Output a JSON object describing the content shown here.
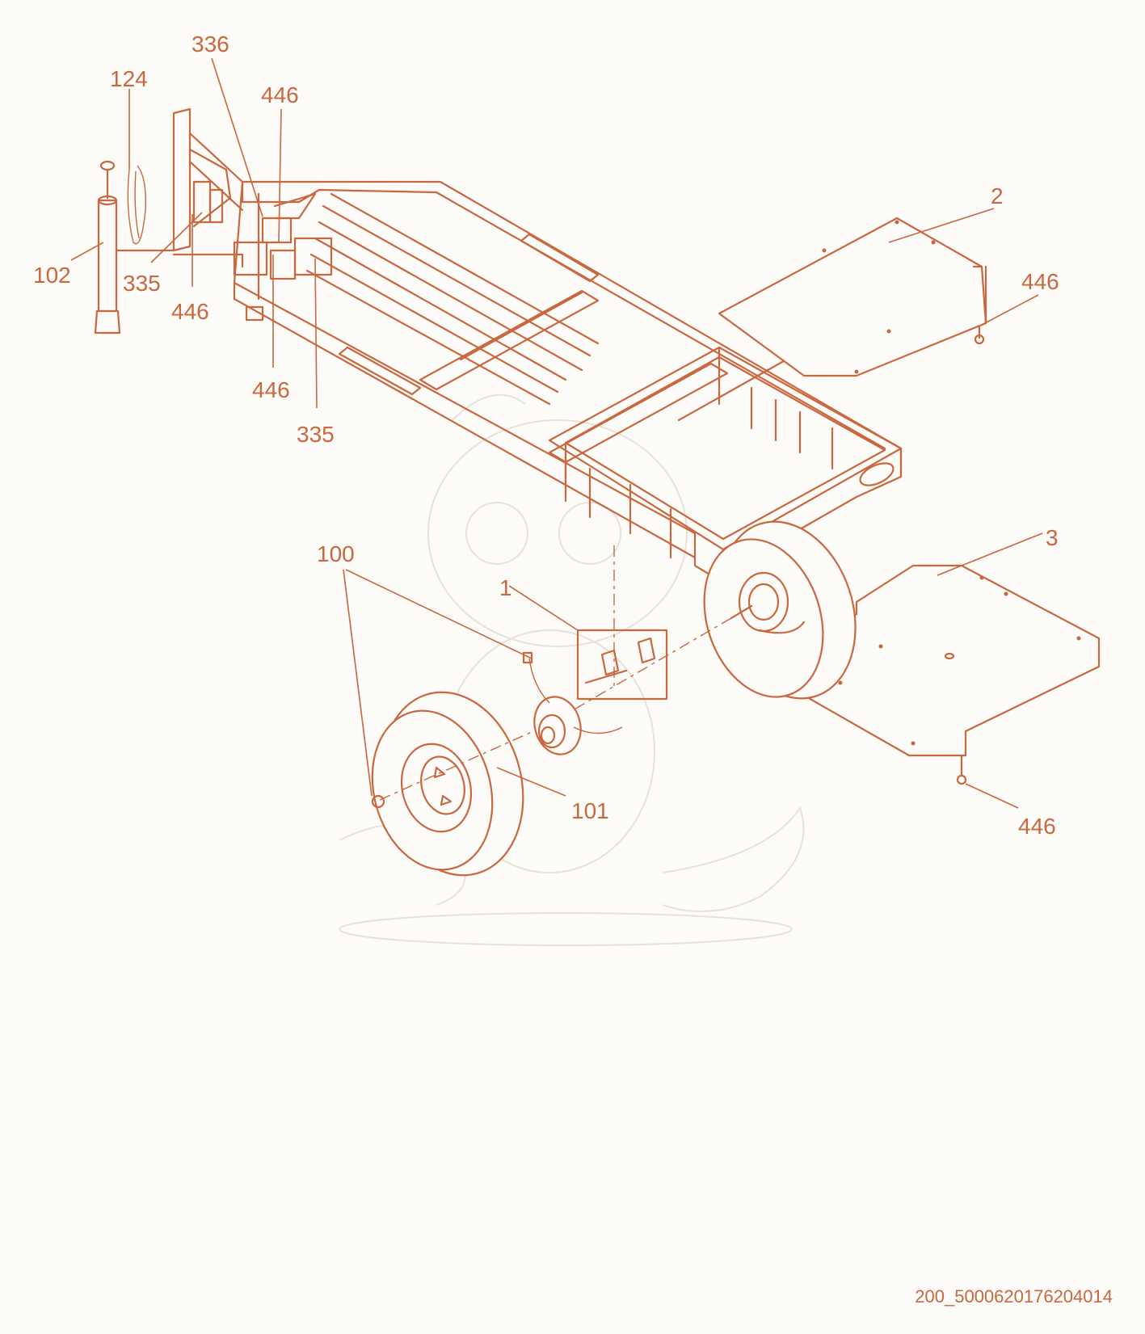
{
  "callouts": [
    {
      "id": "c336",
      "text": "336"
    },
    {
      "id": "c124",
      "text": "124"
    },
    {
      "id": "c446_a",
      "text": "446"
    },
    {
      "id": "c2",
      "text": "2"
    },
    {
      "id": "c446_b",
      "text": "446"
    },
    {
      "id": "c102",
      "text": "102"
    },
    {
      "id": "c335_a",
      "text": "335"
    },
    {
      "id": "c446_c",
      "text": "446"
    },
    {
      "id": "c446_d",
      "text": "446"
    },
    {
      "id": "c335_b",
      "text": "335"
    },
    {
      "id": "c100",
      "text": "100"
    },
    {
      "id": "c3",
      "text": "3"
    },
    {
      "id": "c1",
      "text": "1"
    },
    {
      "id": "c101",
      "text": "101"
    },
    {
      "id": "c446_e",
      "text": "446"
    }
  ],
  "document_id": "200_5000620176204014",
  "colors": {
    "line": "#c9673f",
    "background": "#fdfcf9",
    "watermark": "#e7e2d8"
  }
}
